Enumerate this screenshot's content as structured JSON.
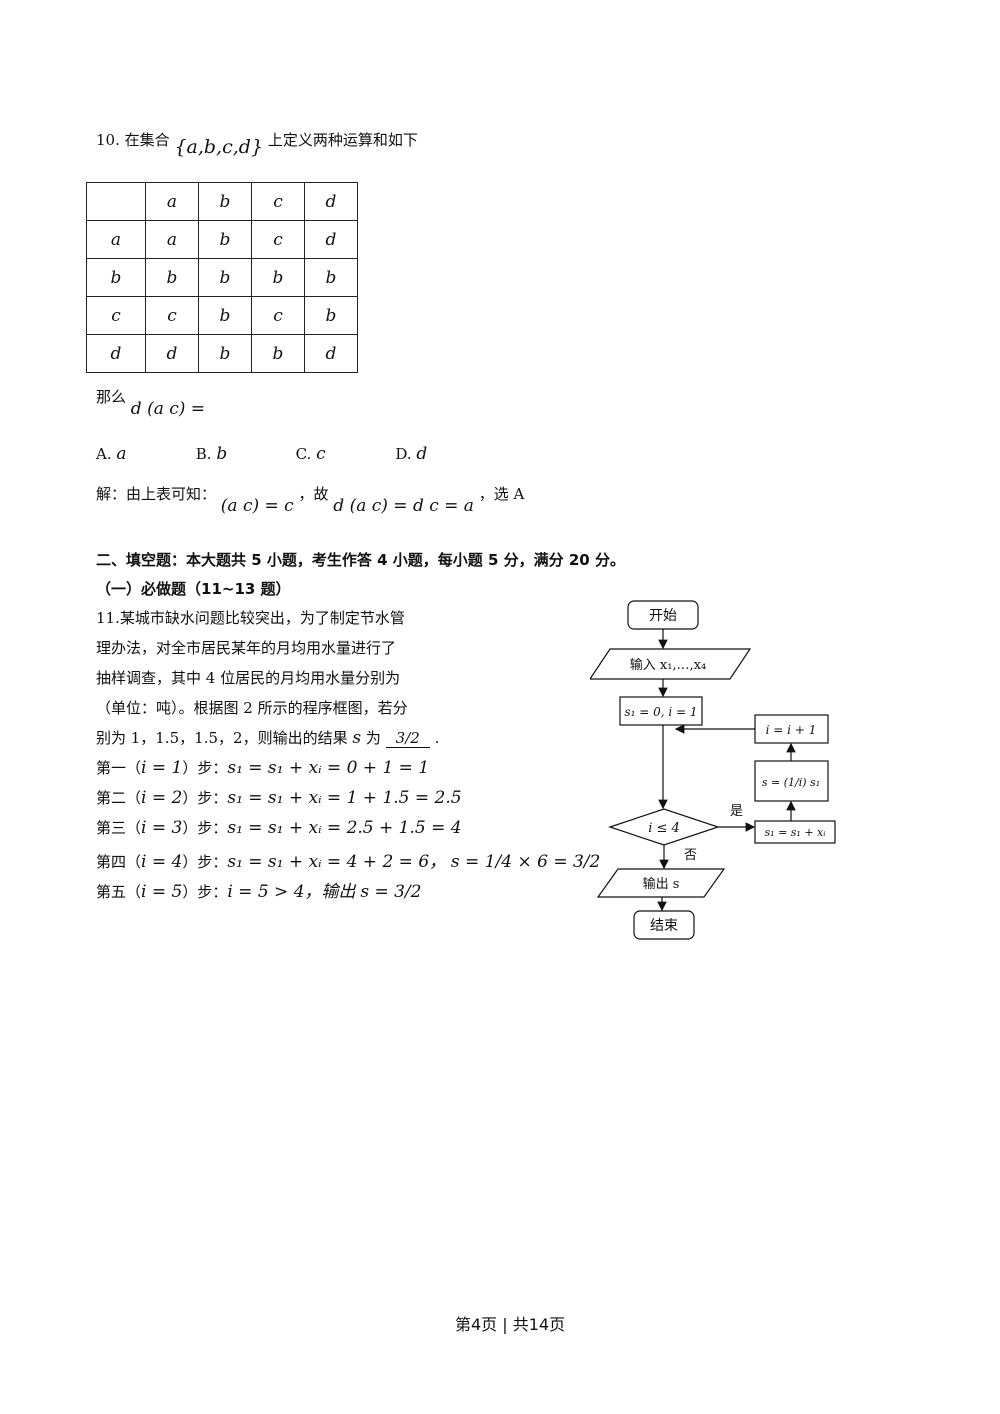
{
  "q10": {
    "number": "10.",
    "intro": "在集合",
    "set": "{a,b,c,d}",
    "intro_tail": "上定义两种运算和如下",
    "table": {
      "header": [
        "",
        "a",
        "b",
        "c",
        "d"
      ],
      "rows": [
        [
          "a",
          "a",
          "b",
          "c",
          "d"
        ],
        [
          "b",
          "b",
          "b",
          "b",
          "b"
        ],
        [
          "c",
          "c",
          "b",
          "c",
          "b"
        ],
        [
          "d",
          "d",
          "b",
          "b",
          "d"
        ]
      ]
    },
    "then": "那么",
    "expr": "d (a c) =",
    "options": [
      {
        "label": "A.",
        "value": "a"
      },
      {
        "label": "B.",
        "value": "b"
      },
      {
        "label": "C.",
        "value": "c"
      },
      {
        "label": "D.",
        "value": "d"
      }
    ],
    "solution": {
      "prefix": "解：由上表可知：",
      "expr1": "(a c) = c",
      "gu": "，故",
      "expr2": "d (a c) = d c = a",
      "tail": "，选 A"
    }
  },
  "section2": {
    "heading": "二、填空题：本大题共 5 小题，考生作答 4 小题，每小题 5 分，满分 20 分。",
    "sub": "（一）必做题（11~13 题）"
  },
  "q11": {
    "lines": [
      "11.某城市缺水问题比较突出，为了制定节水管",
      "理办法，对全市居民某年的月均用水量进行了",
      "抽样调查，其中 4 位居民的月均用水量分别为",
      "（单位：吨）。根据图 2 所示的程序框图，若分",
      "别为 1，1.5，1.5，2，则输出的结果"
    ],
    "s_var": "s",
    "wei": "为",
    "answer": "3/2",
    "period": ".",
    "steps": [
      {
        "label": "第一（",
        "i": "i = 1",
        "mid": "）步：",
        "expr": "s₁ = s₁ + xᵢ = 0 + 1 = 1",
        "extra": ""
      },
      {
        "label": "第二（",
        "i": "i = 2",
        "mid": "）步：",
        "expr": "s₁ = s₁ + xᵢ = 1 + 1.5 = 2.5",
        "extra": ""
      },
      {
        "label": "第三（",
        "i": "i = 3",
        "mid": "）步：",
        "expr": "s₁ = s₁ + xᵢ = 2.5 + 1.5 = 4",
        "extra": ""
      },
      {
        "label": "第四（",
        "i": "i = 4",
        "mid": "）步：",
        "expr": "s₁ = s₁ + xᵢ = 4 + 2 = 6，",
        "extra": "s = 1/4 × 6 = 3/2"
      },
      {
        "label": "第五（",
        "i": "i = 5",
        "mid": "）步：",
        "expr": "i = 5 > 4，输出",
        "extra": "s = 3/2"
      }
    ]
  },
  "flowchart": {
    "start": "开始",
    "input": "输入 x₁,…,x₄",
    "init": "s₁ = 0, i = 1",
    "cond": "i ≤ 4",
    "yes": "是",
    "no": "否",
    "update_s1": "s₁ = s₁ + xᵢ",
    "update_s": "s = (1/i) s₁",
    "inc_i": "i = i + 1",
    "output": "输出 s",
    "end": "结束"
  },
  "footer": "第4页 | 共14页"
}
